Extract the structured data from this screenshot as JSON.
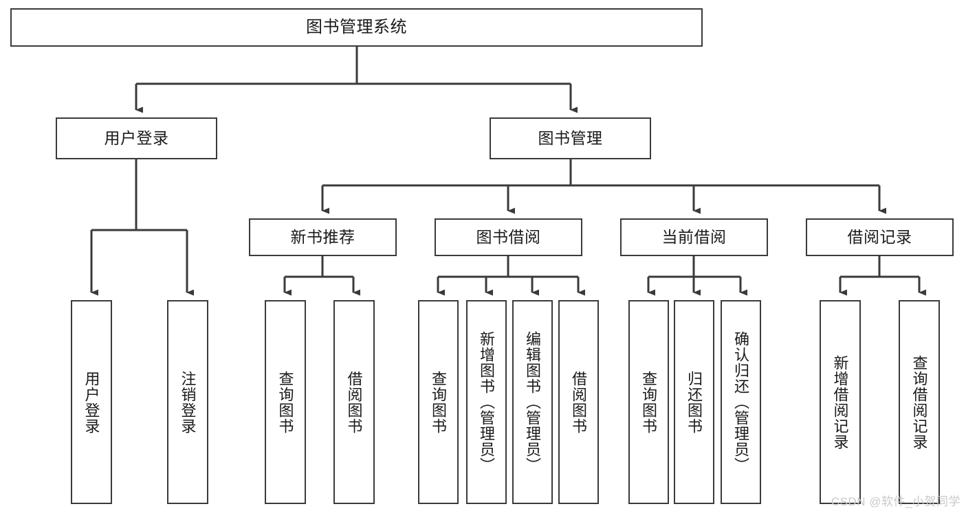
{
  "diagram": {
    "type": "tree-hierarchy-chart",
    "title": "图书管理系统",
    "orientation": "top-down",
    "watermark": "CSDN @软件_小贺同学",
    "colors": {
      "box_border": "#3a3a3a",
      "box_fill": "#ffffff",
      "connector": "#3a3a3a",
      "text": "#1a1a1a",
      "watermark": "#c9c9c9",
      "background": "#ffffff"
    },
    "levels": 4,
    "nodes": {
      "root": {
        "label": "图书管理系统",
        "level": 1
      },
      "user_login": {
        "label": "用户登录",
        "level": 2
      },
      "book_manage": {
        "label": "图书管理",
        "level": 2
      },
      "new_book_rec": {
        "label": "新书推荐",
        "level": 3
      },
      "book_borrow": {
        "label": "图书借阅",
        "level": 3
      },
      "current_borrow": {
        "label": "当前借阅",
        "level": 3
      },
      "borrow_record": {
        "label": "借阅记录",
        "level": 3
      },
      "leaf_user_login": {
        "label": "用户登录",
        "level": 4
      },
      "leaf_logout": {
        "label": "注销登录",
        "level": 4
      },
      "leaf_query_book_1": {
        "label": "查询图书",
        "level": 4
      },
      "leaf_borrow_book_1": {
        "label": "借阅图书",
        "level": 4
      },
      "leaf_query_book_2": {
        "label": "查询图书",
        "level": 4
      },
      "leaf_add_book": {
        "label": "新增图书（管理员）",
        "level": 4
      },
      "leaf_edit_book": {
        "label": "编辑图书（管理员）",
        "level": 4
      },
      "leaf_borrow_book_2": {
        "label": "借阅图书",
        "level": 4
      },
      "leaf_query_book_3": {
        "label": "查询图书",
        "level": 4
      },
      "leaf_return_book": {
        "label": "归还图书",
        "level": 4
      },
      "leaf_confirm_return": {
        "label": "确认归还（管理员）",
        "level": 4
      },
      "leaf_add_record": {
        "label": "新增借阅记录",
        "level": 4
      },
      "leaf_query_record": {
        "label": "查询借阅记录",
        "level": 4
      }
    },
    "edges": [
      {
        "from": "root",
        "to": "user_login"
      },
      {
        "from": "root",
        "to": "book_manage"
      },
      {
        "from": "user_login",
        "to": "leaf_user_login"
      },
      {
        "from": "user_login",
        "to": "leaf_logout"
      },
      {
        "from": "book_manage",
        "to": "new_book_rec"
      },
      {
        "from": "book_manage",
        "to": "book_borrow"
      },
      {
        "from": "book_manage",
        "to": "current_borrow"
      },
      {
        "from": "book_manage",
        "to": "borrow_record"
      },
      {
        "from": "new_book_rec",
        "to": "leaf_query_book_1"
      },
      {
        "from": "new_book_rec",
        "to": "leaf_borrow_book_1"
      },
      {
        "from": "book_borrow",
        "to": "leaf_query_book_2"
      },
      {
        "from": "book_borrow",
        "to": "leaf_add_book"
      },
      {
        "from": "book_borrow",
        "to": "leaf_edit_book"
      },
      {
        "from": "book_borrow",
        "to": "leaf_borrow_book_2"
      },
      {
        "from": "current_borrow",
        "to": "leaf_query_book_3"
      },
      {
        "from": "current_borrow",
        "to": "leaf_return_book"
      },
      {
        "from": "current_borrow",
        "to": "leaf_confirm_return"
      },
      {
        "from": "borrow_record",
        "to": "leaf_add_record"
      },
      {
        "from": "borrow_record",
        "to": "leaf_query_record"
      }
    ]
  }
}
